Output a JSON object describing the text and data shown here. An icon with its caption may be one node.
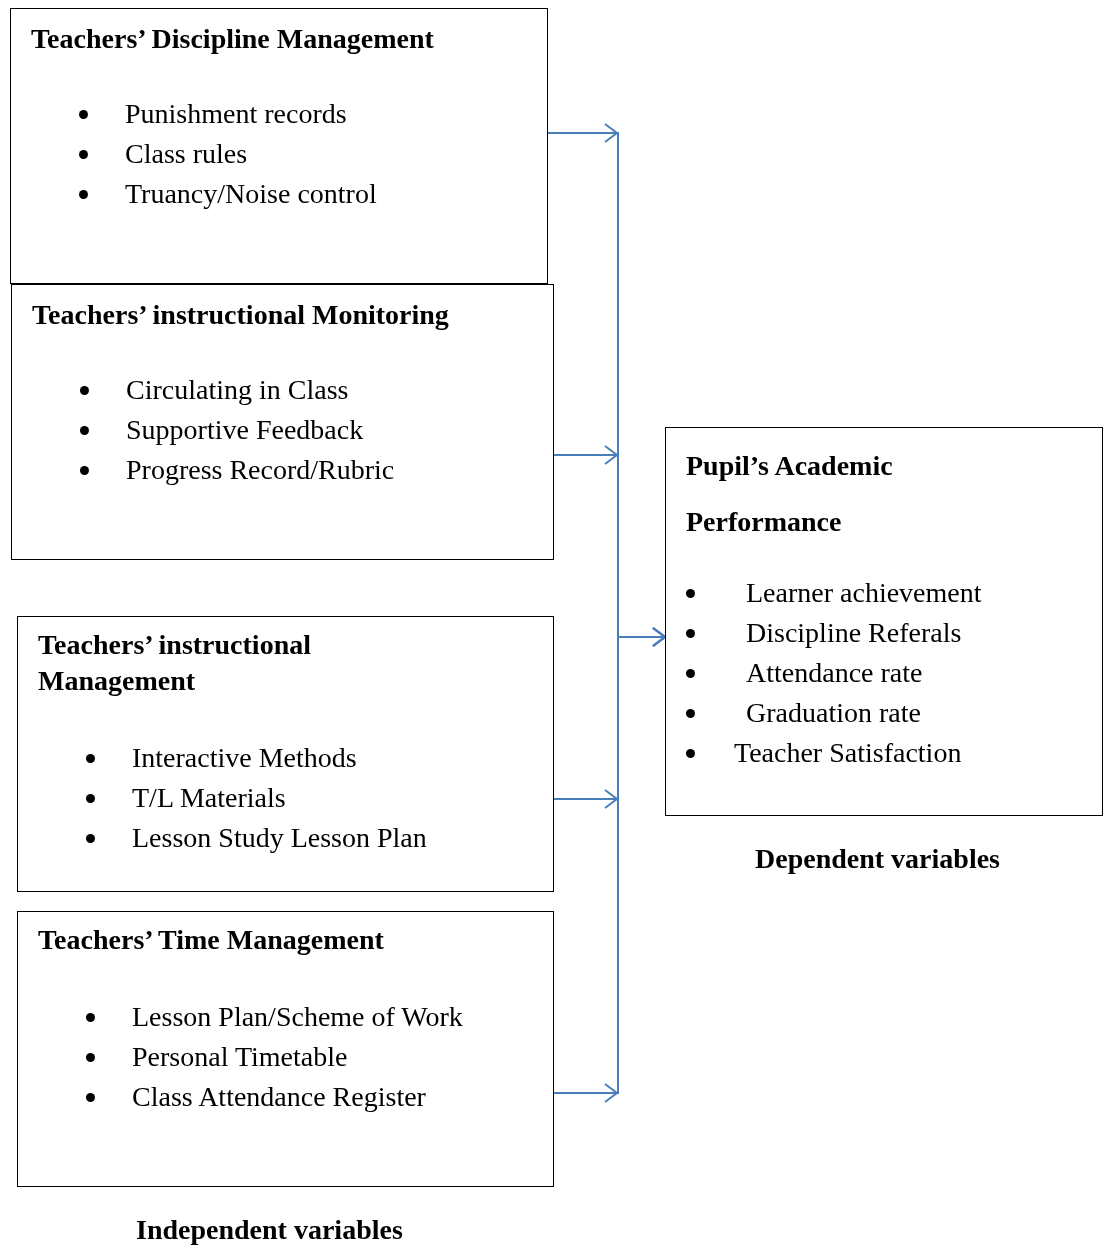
{
  "diagram": {
    "nodes": [
      {
        "text": [
          "Teachers’ Discipline Management",
          "Punishment records",
          "Class rules",
          "Truancy/Noise control"
        ]
      },
      {
        "text": [
          "Teachers’ instructional Monitoring",
          "Circulating in Class",
          "Supportive Feedback",
          "Progress Record/Rubric"
        ]
      },
      {
        "text": [
          "Teachers’ instructional Management",
          "Interactive Methods",
          "T/L Materials",
          "Lesson Study Lesson Plan"
        ]
      },
      {
        "text": [
          "Teachers’ Time Management",
          "Lesson Plan/Scheme of Work",
          "Personal Timetable",
          "Class Attendance Register"
        ]
      },
      {
        "text": [
          "Pupil’s Academic Performance",
          "Learner achievement",
          "Discipline Referals",
          "Attendance rate",
          "Graduation rate",
          "Teacher Satisfaction"
        ]
      }
    ],
    "edges": [
      {
        "from": 0,
        "to": 4,
        "arrow": "to"
      },
      {
        "from": 1,
        "to": 4,
        "arrow": "to"
      },
      {
        "from": 2,
        "to": 4,
        "arrow": "to"
      },
      {
        "from": 3,
        "to": 4,
        "arrow": "to"
      }
    ],
    "labels": [
      "Independent variables",
      "Dependent variables"
    ]
  }
}
